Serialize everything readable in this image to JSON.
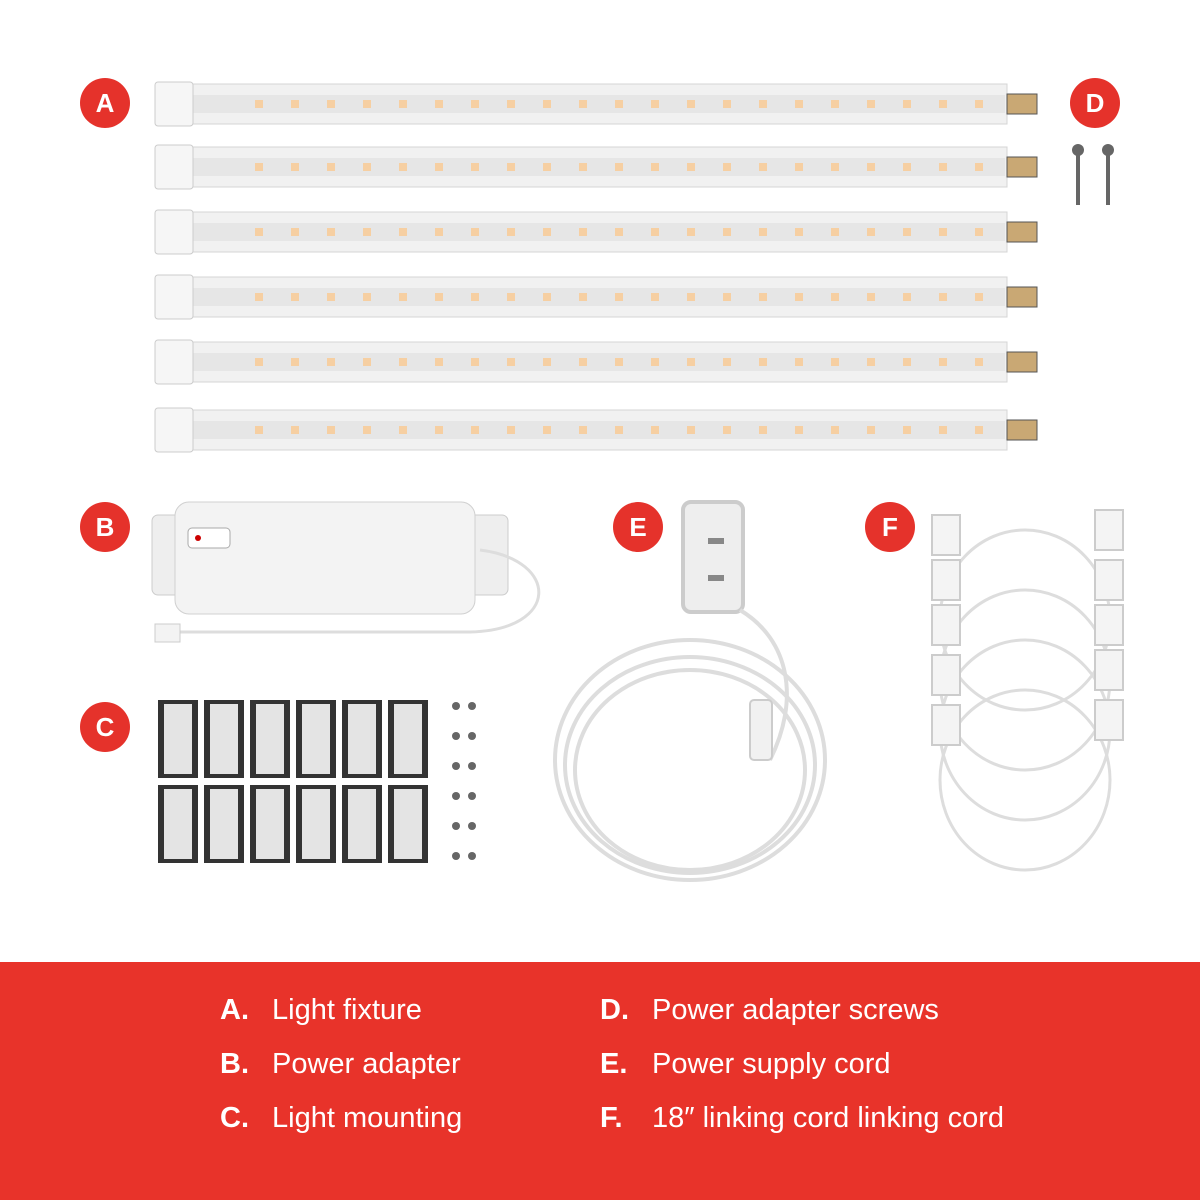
{
  "badges": {
    "a": "A",
    "b": "B",
    "c": "C",
    "d": "D",
    "e": "E",
    "f": "F"
  },
  "legend": [
    {
      "key": "A.",
      "label": "Light fixture"
    },
    {
      "key": "B.",
      "label": "Power adapter"
    },
    {
      "key": "C.",
      "label": "Light mounting"
    },
    {
      "key": "D.",
      "label": "Power adapter screws"
    },
    {
      "key": "E.",
      "label": "Power supply cord"
    },
    {
      "key": "F.",
      "label": "18″ linking cord linking cord"
    }
  ],
  "colors": {
    "accent": "#e8332a",
    "led": "#f6cfa2"
  }
}
